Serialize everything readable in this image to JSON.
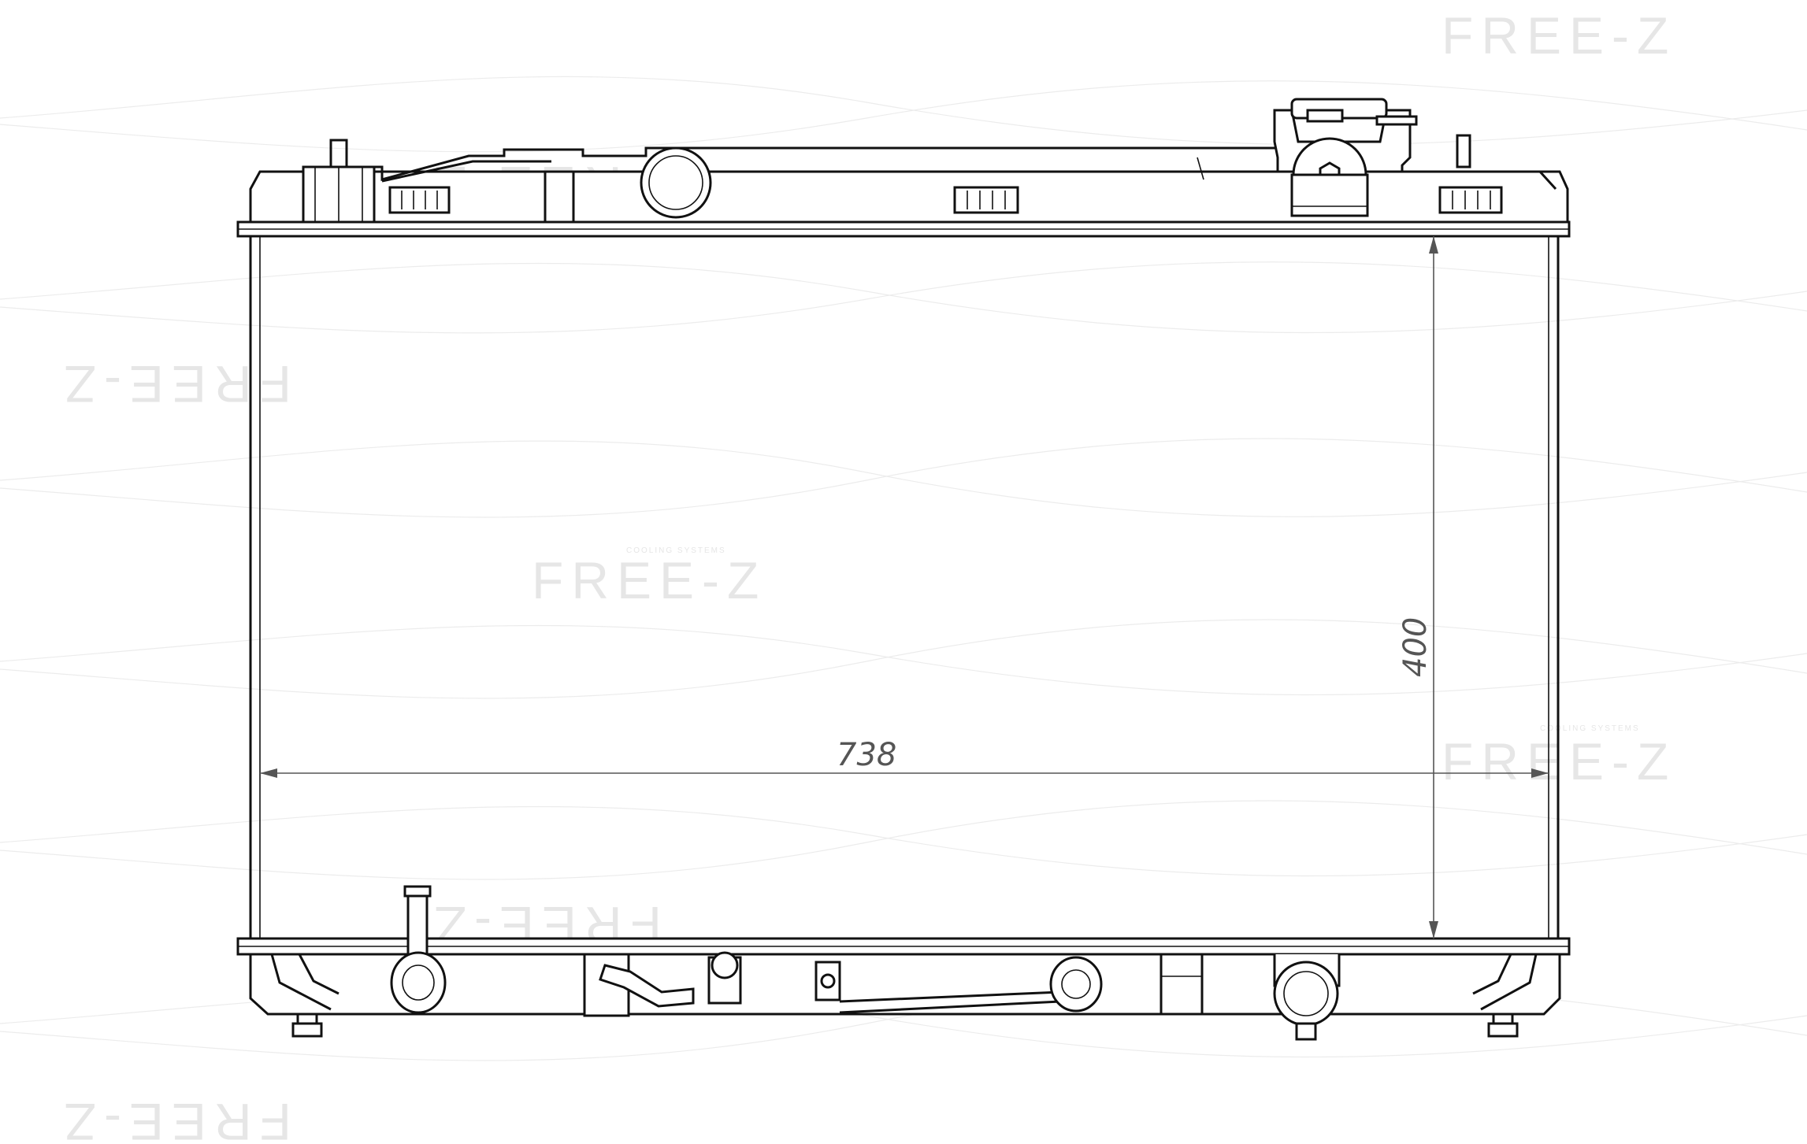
{
  "diagram": {
    "subject": "radiator technical drawing",
    "dimensions": {
      "width_label": "738",
      "height_label": "400"
    }
  },
  "watermark": {
    "brand": "FREE-Z",
    "tagline": "COOLING SYSTEMS",
    "color": "#e6e6e6"
  },
  "colors": {
    "line": "#111111",
    "dimension": "#555555",
    "background": "#ffffff"
  }
}
